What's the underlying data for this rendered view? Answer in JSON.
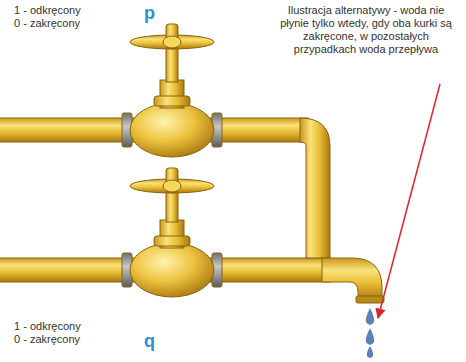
{
  "diagram": {
    "labels": [
      "1 - odkręcony",
      "0 - zakręcony",
      "p",
      "Ilustracja alternatywy - woda nie płynie tylko wtedy, gdy oba kurki są zakręcone, w pozostałych przypadkach woda przepływa",
      "1 - odkręcony",
      "0 - zakręcony",
      "q"
    ]
  }
}
